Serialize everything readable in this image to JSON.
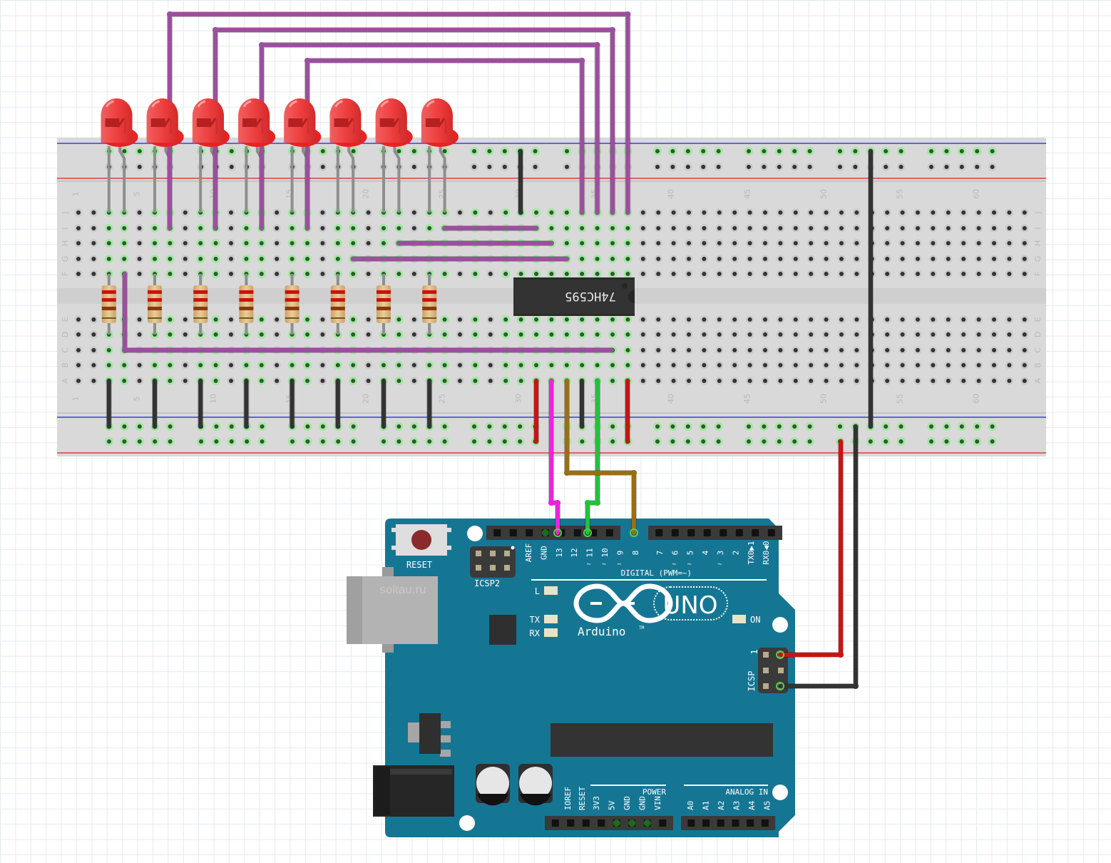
{
  "watermark": "soltau.ru",
  "breadboard": {
    "columns": 63,
    "top_rows": [
      "J",
      "I",
      "H",
      "G",
      "F"
    ],
    "bottom_rows": [
      "E",
      "D",
      "C",
      "B",
      "A"
    ],
    "column_number_labels": [
      1,
      5,
      10,
      15,
      20,
      25,
      30,
      35,
      40,
      45,
      50,
      55,
      60
    ],
    "rail_colors": {
      "negative": "#1a1aff",
      "positive": "#e02020"
    }
  },
  "ic": {
    "label": "74HC595",
    "pins": 16
  },
  "leds": {
    "count": 8,
    "color": "#e53935",
    "columns": [
      3,
      6,
      9,
      12,
      15,
      18,
      21,
      24
    ]
  },
  "resistors": {
    "count": 8,
    "columns": [
      3,
      6,
      9,
      12,
      15,
      18,
      21,
      24
    ]
  },
  "arduino": {
    "board_name": "UNO",
    "brand": "Arduino",
    "trademark": "TM",
    "reset_label": "RESET",
    "icsp2_label": "ICSP2",
    "icsp_label": "ICSP",
    "icsp_pin1_label": "1",
    "led_labels": {
      "l": "L",
      "tx": "TX",
      "rx": "RX",
      "on": "ON"
    },
    "digital_header_label": "DIGITAL (PWM=~)",
    "digital_pins_left": [
      {
        "name": "AREF",
        "pwm": false
      },
      {
        "name": "GND",
        "pwm": false
      },
      {
        "name": "13",
        "pwm": false
      },
      {
        "name": "12",
        "pwm": false
      },
      {
        "name": "11",
        "pwm": true
      },
      {
        "name": "10",
        "pwm": true
      },
      {
        "name": "9",
        "pwm": true
      },
      {
        "name": "8",
        "pwm": false
      }
    ],
    "digital_pins_right": [
      {
        "name": "7",
        "pwm": false
      },
      {
        "name": "6",
        "pwm": true
      },
      {
        "name": "5",
        "pwm": true
      },
      {
        "name": "4",
        "pwm": false
      },
      {
        "name": "3",
        "pwm": true
      },
      {
        "name": "2",
        "pwm": false
      },
      {
        "name": "TX0 ▶1",
        "pwm": false
      },
      {
        "name": "RX0 ◀0",
        "pwm": false
      }
    ],
    "power_header_label": "POWER",
    "power_pins": [
      "IOREF",
      "RESET",
      "3V3",
      "5V",
      "GND",
      "GND",
      "VIN"
    ],
    "analog_header_label": "ANALOG IN",
    "analog_pins": [
      "A0",
      "A1",
      "A2",
      "A3",
      "A4",
      "A5"
    ]
  },
  "wires": {
    "colors": {
      "purple": "#9c4f9e",
      "black": "#333333",
      "red": "#c81414",
      "magenta": "#ee22dd",
      "brown": "#9a6e14",
      "green": "#22c23a"
    },
    "connections": [
      {
        "from": "Arduino pin 13",
        "to": "74HC595 SH_CP",
        "color": "magenta"
      },
      {
        "from": "Arduino pin 11",
        "to": "74HC595 DS",
        "color": "green"
      },
      {
        "from": "Arduino pin 8",
        "to": "74HC595 ST_CP",
        "color": "brown"
      },
      {
        "from": "ICSP 5V",
        "to": "breadboard + rail",
        "color": "red"
      },
      {
        "from": "ICSP GND",
        "to": "breadboard - rail",
        "color": "black"
      }
    ]
  }
}
